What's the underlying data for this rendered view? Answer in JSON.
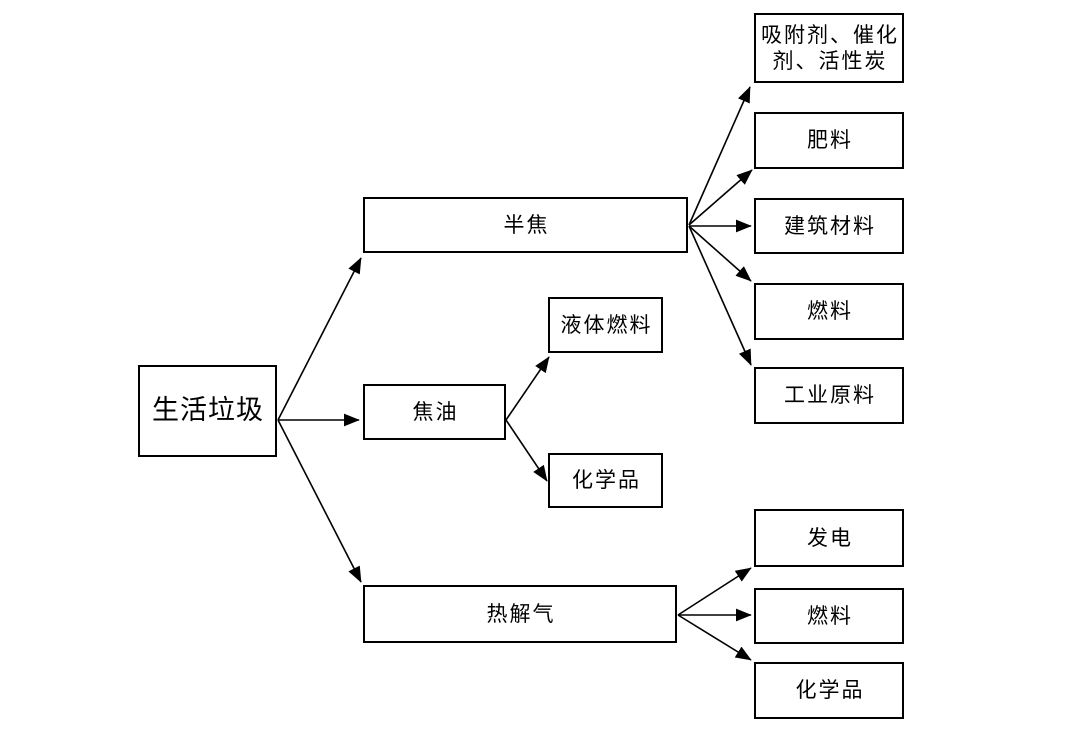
{
  "diagram": {
    "background_color": "#ffffff",
    "box_border_color": "#000000",
    "box_fill_color": "#ffffff",
    "text_color": "#000000",
    "arrow_color": "#000000",
    "nodes": {
      "waste": {
        "label": "生活垃圾"
      },
      "semicoke": {
        "label": "半焦"
      },
      "tar": {
        "label": "焦油"
      },
      "pyrogas": {
        "label": "热解气"
      },
      "adsorbent": {
        "label": "吸附剂、催化\n剂、活性炭"
      },
      "fertilizer": {
        "label": "肥料"
      },
      "building": {
        "label": "建筑材料"
      },
      "fuel_top": {
        "label": "燃料"
      },
      "industrial": {
        "label": "工业原料"
      },
      "liquidfuel": {
        "label": "液体燃料"
      },
      "chem_mid": {
        "label": "化学品"
      },
      "power": {
        "label": "发电"
      },
      "fuel_bot": {
        "label": "燃料"
      },
      "chem_bot": {
        "label": "化学品"
      }
    },
    "edges": [
      {
        "from": "waste",
        "to": "semicoke"
      },
      {
        "from": "waste",
        "to": "tar"
      },
      {
        "from": "waste",
        "to": "pyrogas"
      },
      {
        "from": "semicoke",
        "to": "adsorbent"
      },
      {
        "from": "semicoke",
        "to": "fertilizer"
      },
      {
        "from": "semicoke",
        "to": "building"
      },
      {
        "from": "semicoke",
        "to": "fuel_top"
      },
      {
        "from": "semicoke",
        "to": "industrial"
      },
      {
        "from": "tar",
        "to": "liquidfuel"
      },
      {
        "from": "tar",
        "to": "chem_mid"
      },
      {
        "from": "pyrogas",
        "to": "power"
      },
      {
        "from": "pyrogas",
        "to": "fuel_bot"
      },
      {
        "from": "pyrogas",
        "to": "chem_bot"
      }
    ]
  }
}
